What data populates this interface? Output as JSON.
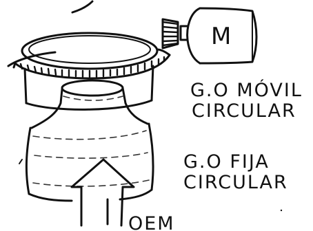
{
  "labels": {
    "motor": "M",
    "movable_line1": "G.O MÓVIL",
    "movable_line2": "CIRCULAR",
    "fixed_line1": "G.O FIJA",
    "fixed_line2": "CIRCULAR",
    "input": "OEM"
  },
  "colors": {
    "ink": "#111111",
    "paper": "#ffffff"
  }
}
